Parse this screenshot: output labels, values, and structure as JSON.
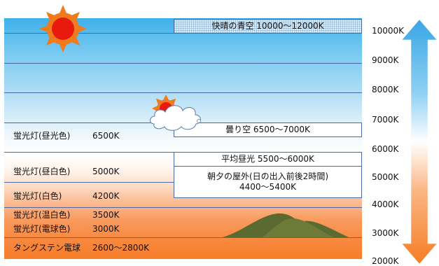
{
  "sources": [
    {
      "label": "蛍光灯(昼光色)",
      "value": "6500K"
    },
    {
      "label": "蛍光灯(昼白色)",
      "value": "5000K"
    },
    {
      "label": "蛍光灯(白色)",
      "value": "4200K"
    },
    {
      "label": "蛍光灯(温白色)",
      "value": "3500K"
    },
    {
      "label": "蛍光灯(電球色)",
      "value": "3000K"
    },
    {
      "label": "タングステン電球",
      "value": "2600～2800K"
    }
  ],
  "conditions": {
    "clear_sky": "快晴の青空 10000～12000K",
    "cloudy_sky": "曇り空 6500～7000K",
    "average_daylight": "平均昼光 5500～6000K",
    "sunrise_sunset_line1": "朝夕の屋外(日の出入前後2時間)",
    "sunrise_sunset_line2": "4400～5400K"
  },
  "scale_ticks": [
    "10000K",
    "9000K",
    "8000K",
    "7000K",
    "6000K",
    "5000K",
    "4000K",
    "3000K",
    "2000K"
  ],
  "colors": {
    "cool_end": "#3fb0ea",
    "warm_end": "#f77d2a",
    "arrow_top": "#3aa6e6",
    "arrow_bottom": "#f57d24"
  },
  "icons": [
    "sun-icon",
    "sun-behind-cloud-icon",
    "sunset-mountain-icon",
    "double-arrow-icon"
  ]
}
